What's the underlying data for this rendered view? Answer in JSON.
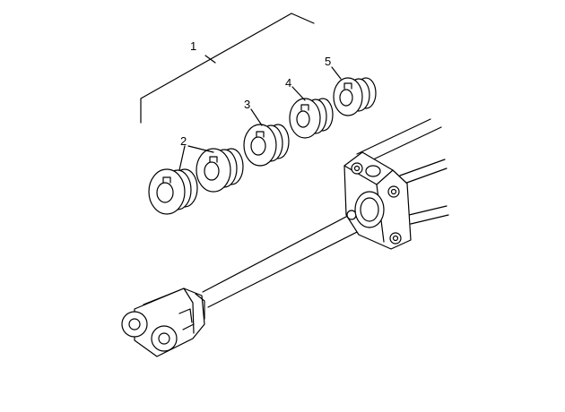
{
  "callouts": {
    "assembly": "1",
    "part2": "2",
    "part3": "3",
    "part4": "4",
    "part5": "5"
  }
}
